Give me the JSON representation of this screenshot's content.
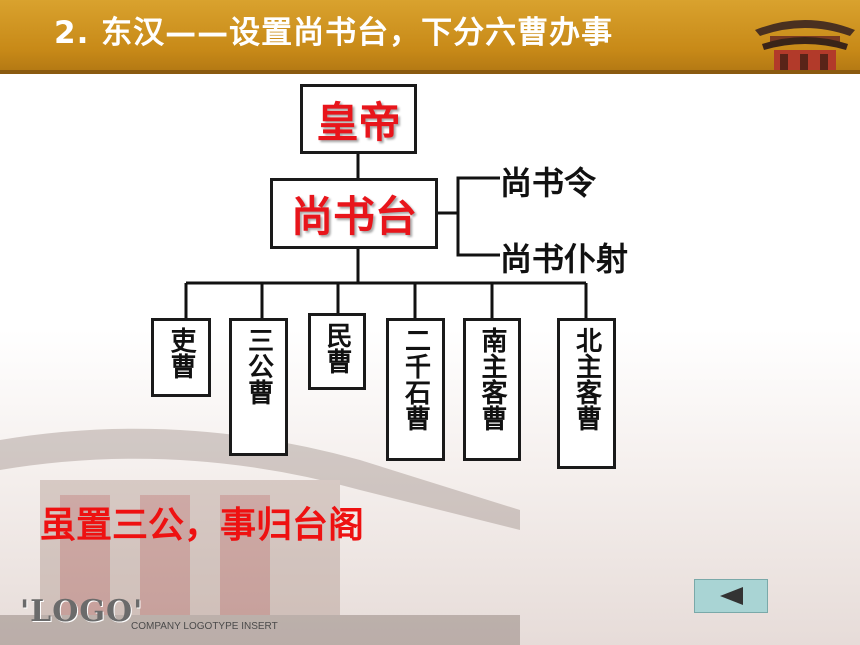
{
  "title": "2. 东汉——设置尚书台，下分六曹办事",
  "diagram": {
    "root": "皇帝",
    "middle": "尚书台",
    "side_officials": [
      "尚书令",
      "尚书仆射"
    ],
    "departments": [
      "吏曹",
      "三公曹",
      "民曹",
      "二千石曹",
      "南主客曹",
      "北主客曹"
    ]
  },
  "slogan": "虽置三公，事归台阁",
  "logo": {
    "mark": "'LOGO'",
    "tagline": "COMPANY LOGOTYPE INSERT"
  },
  "nav": {
    "back_icon": "triangle-left-icon"
  },
  "colors": {
    "header": "#c88a18",
    "box_text": "#e8151b",
    "slogan": "#ee1111",
    "back_button": "#a9d4d4"
  }
}
